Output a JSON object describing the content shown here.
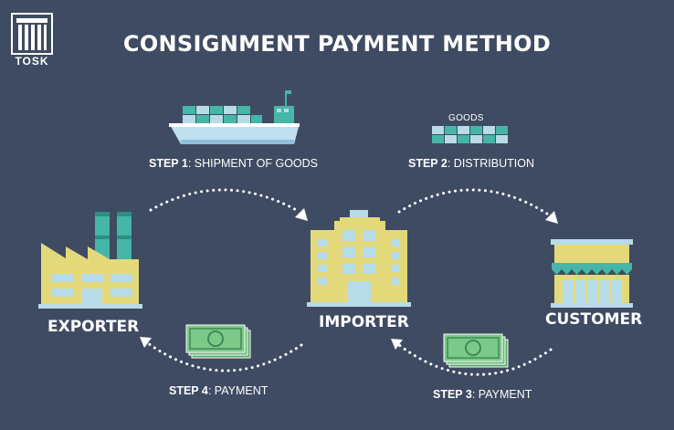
{
  "title": "CONSIGNMENT PAYMENT METHOD",
  "logo": {
    "text": "TOSK"
  },
  "steps": [
    {
      "number": "STEP 1",
      "text": ": SHIPMENT OF GOODS"
    },
    {
      "number": "STEP 2",
      "text": ": DISTRIBUTION"
    },
    {
      "number": "STEP 3",
      "text": ": PAYMENT"
    },
    {
      "number": "STEP 4",
      "text": ": PAYMENT"
    }
  ],
  "roles": {
    "exporter": "EXPORTER",
    "importer": "IMPORTER",
    "customer": "CUSTOMER"
  },
  "goods_label": "GOODS",
  "colors": {
    "background": "#3f4b62",
    "building": "#e3d97a",
    "window": "#b8dbe8",
    "teal": "#45b6a7",
    "money": "#7dc98a",
    "ship": "#bfe0ee"
  }
}
